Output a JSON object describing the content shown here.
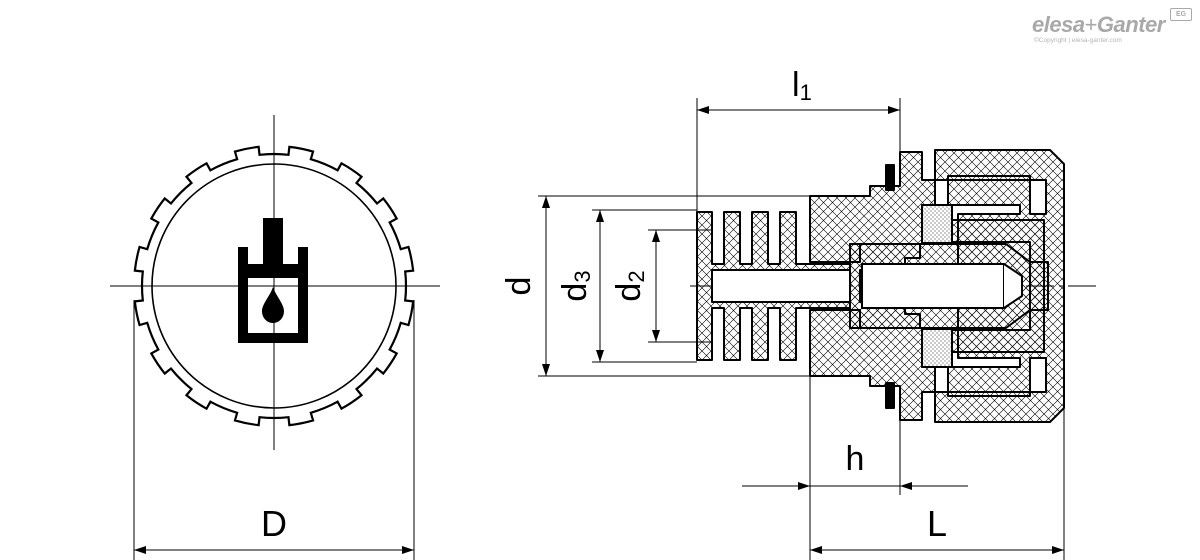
{
  "brand": {
    "name_bold": "elesa",
    "name_plus": "+",
    "name_light": "Ganter",
    "badge": "EG",
    "copyright": "©Copyright | elesa-ganter.com"
  },
  "dimensions": {
    "D": "D",
    "l1_main": "l",
    "l1_sub": "1",
    "d": "d",
    "d3_main": "d",
    "d3_sub": "3",
    "d2_main": "d",
    "d2_sub": "2",
    "h": "h",
    "L": "L"
  },
  "colors": {
    "line": "#000000",
    "brand_gray": "#a9a9a9"
  }
}
